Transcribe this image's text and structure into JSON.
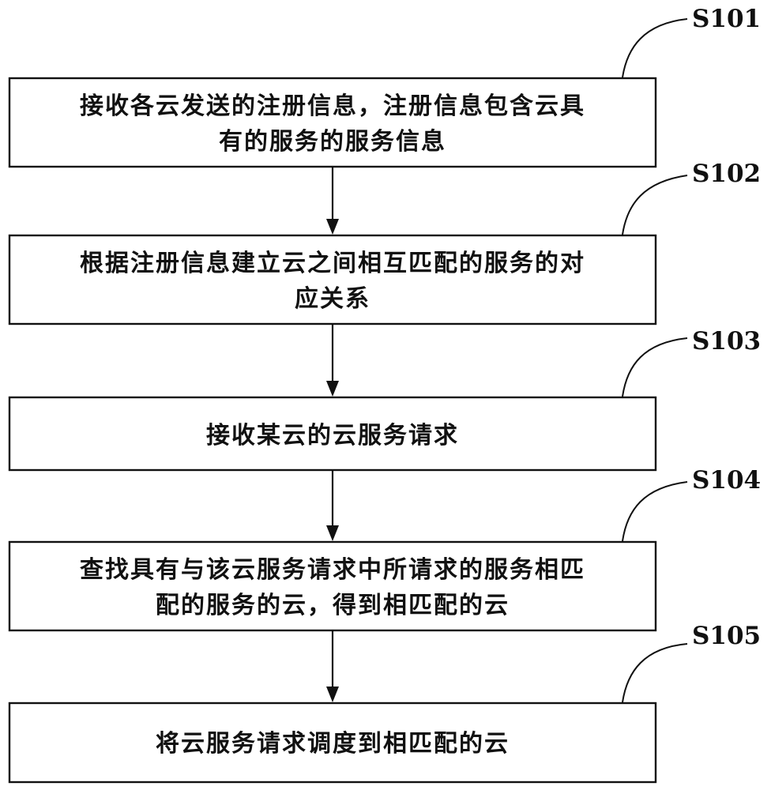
{
  "flowchart": {
    "steps": [
      {
        "id": "S101",
        "lines": [
          "接收各云发送的注册信息，注册信息包含云具",
          "有的服务的服务信息"
        ]
      },
      {
        "id": "S102",
        "lines": [
          "根据注册信息建立云之间相互匹配的服务的对",
          "应关系"
        ]
      },
      {
        "id": "S103",
        "lines": [
          "接收某云的云服务请求"
        ]
      },
      {
        "id": "S104",
        "lines": [
          "查找具有与该云服务请求中所请求的服务相匹",
          "配的服务的云，得到相匹配的云"
        ]
      },
      {
        "id": "S105",
        "lines": [
          "将云服务请求调度到相匹配的云"
        ]
      }
    ],
    "edges": [
      {
        "from": "S101",
        "to": "S102"
      },
      {
        "from": "S102",
        "to": "S103"
      },
      {
        "from": "S103",
        "to": "S104"
      },
      {
        "from": "S104",
        "to": "S105"
      }
    ]
  }
}
